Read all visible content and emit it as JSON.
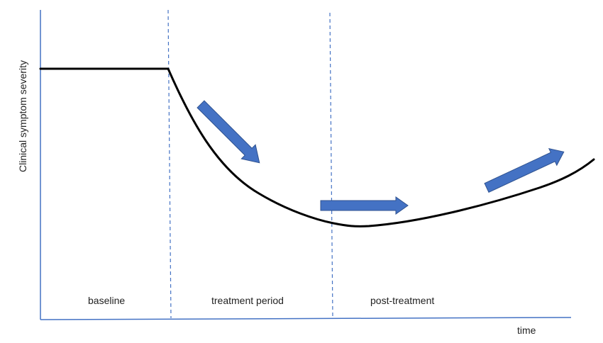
{
  "diagram": {
    "y_axis_label": "Clinical symptom severity",
    "x_axis_label": "time",
    "phases": [
      {
        "label": "baseline"
      },
      {
        "label": "treatment period"
      },
      {
        "label": "post-treatment"
      }
    ],
    "arrows": [
      {
        "direction": "down-right",
        "meaning": "decreasing"
      },
      {
        "direction": "right",
        "meaning": "plateau"
      },
      {
        "direction": "up-right",
        "meaning": "increasing"
      }
    ],
    "colors": {
      "axis": "#4472c4",
      "divider": "#4472c4",
      "curve": "#000000",
      "arrow_fill": "#4472c4",
      "arrow_stroke": "#2f528f"
    }
  }
}
